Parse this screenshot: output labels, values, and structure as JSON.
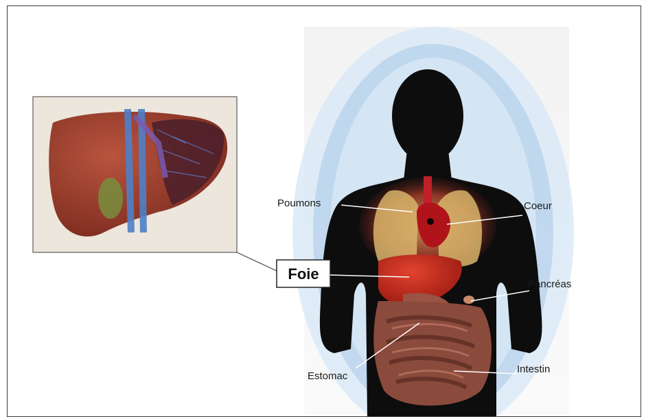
{
  "labels": {
    "lungs": "Poumons",
    "heart": "Coeur",
    "liver": "Foie",
    "pancreas": "Pancréas",
    "stomach": "Estomac",
    "intestine": "Intestin"
  },
  "colors": {
    "silhouette": "#0d0d0d",
    "glow": "#9fc4e6",
    "liver": "#c8281e",
    "lungs": "#d8b46a",
    "heart": "#b0141a",
    "intestine": "#8a4a3c",
    "inset_bg": "#ece6dc"
  }
}
